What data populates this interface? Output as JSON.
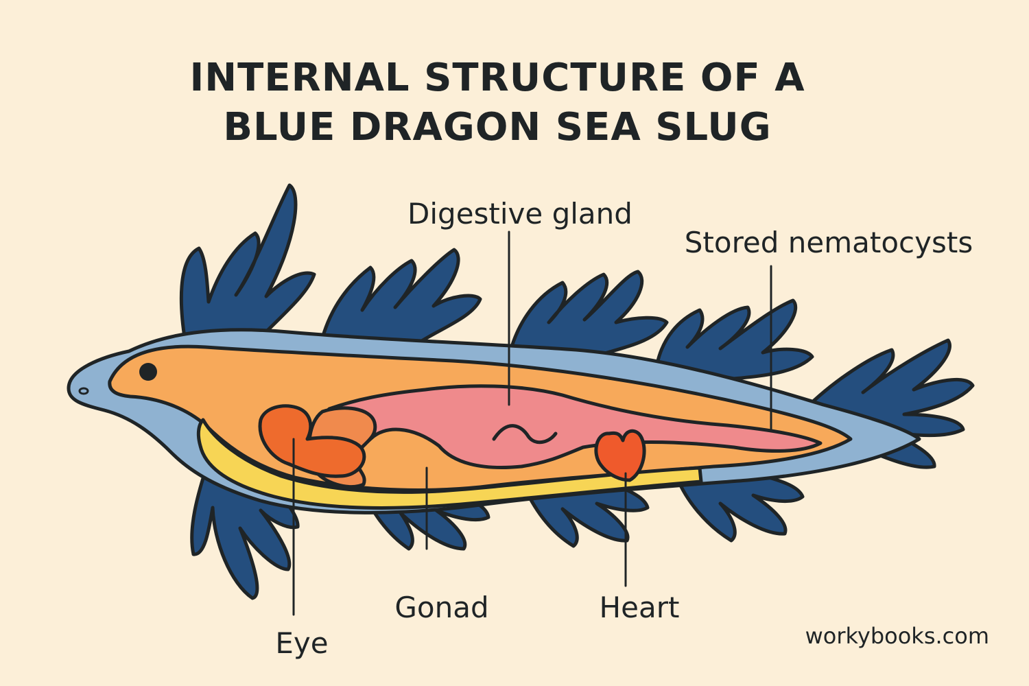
{
  "title": {
    "line1": "INTERNAL STRUCTURE OF A",
    "line2": "BLUE DRAGON SEA SLUG"
  },
  "labels": {
    "digestive_gland": "Digestive gland",
    "stored_nematocysts": "Stored nematocysts",
    "eye": "Eye",
    "gonad": "Gonad",
    "heart": "Heart"
  },
  "credit": "workybooks.com",
  "colors": {
    "background": "#fcefd8",
    "outline": "#1f2426",
    "cerata": "#244e7e",
    "body_outer": "#8fb2d1",
    "body_inner": "#f7a95a",
    "digestive_gland": "#ef8a8c",
    "gonad": "#f08a4d",
    "eye_region": "#ee6b2d",
    "heart": "#ef5a2c",
    "foot": "#f7d555"
  }
}
